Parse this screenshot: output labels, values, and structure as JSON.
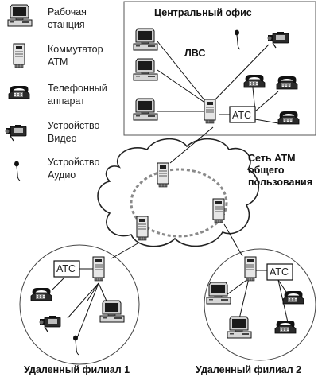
{
  "legend": {
    "workstation": [
      "Рабочая",
      "станция"
    ],
    "atm_switch": [
      "Коммутатор",
      "ATM"
    ],
    "phone": [
      "Телефонный",
      "аппарат"
    ],
    "video": [
      "Устройство",
      "Видео"
    ],
    "audio": [
      "Устройство",
      "Аудио"
    ]
  },
  "central_office": {
    "title": "Центральный офис",
    "lan": "ЛВС",
    "pbx": "АТС"
  },
  "atm_network": {
    "label": [
      "Сеть АТМ",
      "общего",
      "пользования"
    ]
  },
  "branch1": {
    "title": "Удаленный филиал 1",
    "pbx": "АТС"
  },
  "branch2": {
    "title": "Удаленный филиал 2",
    "pbx": "АТС"
  }
}
